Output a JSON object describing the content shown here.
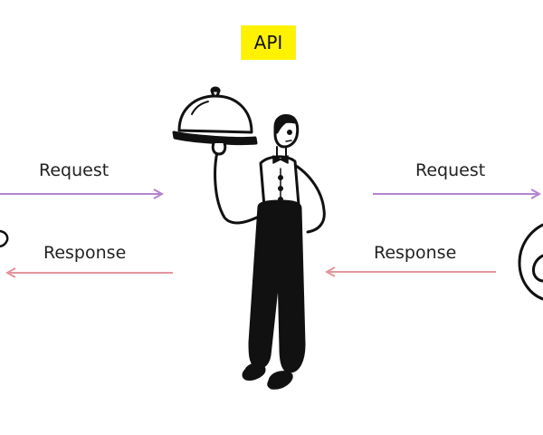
{
  "diagram": {
    "title": "API",
    "left_request_label": "Request",
    "left_response_label": "Response",
    "right_request_label": "Request",
    "right_response_label": "Response",
    "colors": {
      "badge": "#fff200",
      "request_arrow": "#b384cf",
      "response_arrow": "#e3959d",
      "ink": "#111111"
    },
    "icons": [
      "waiter-icon",
      "cloche-icon",
      "client-icon",
      "server-icon"
    ]
  }
}
